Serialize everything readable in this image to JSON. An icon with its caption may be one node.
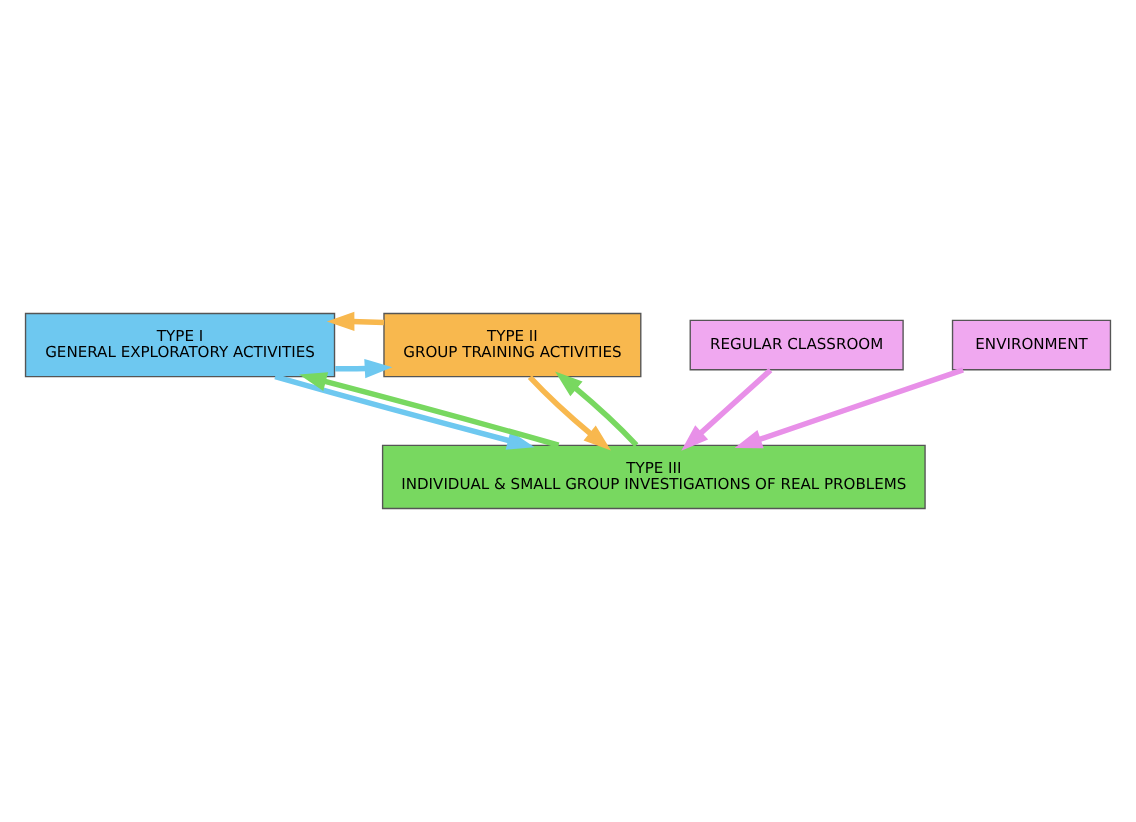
{
  "diagram": {
    "nodes": [
      {
        "text": [
          "TYPE I",
          "GENERAL EXPLORATORY ACTIVITIES"
        ]
      },
      {
        "text": [
          "TYPE II",
          "GROUP TRAINING ACTIVITIES"
        ]
      },
      {
        "text": [
          "TYPE III",
          "INDIVIDUAL & SMALL GROUP INVESTIGATIONS OF REAL PROBLEMS"
        ]
      },
      {
        "text": [
          "REGULAR CLASSROOM"
        ]
      },
      {
        "text": [
          "ENVIRONMENT"
        ]
      }
    ],
    "edges": [
      {
        "from": 0,
        "to": 1,
        "arrow": "to",
        "color": "#6ec8f0"
      },
      {
        "from": 1,
        "to": 0,
        "arrow": "to",
        "color": "#f8b84e"
      },
      {
        "from": 0,
        "to": 2,
        "arrow": "to",
        "color": "#6ec8f0"
      },
      {
        "from": 2,
        "to": 0,
        "arrow": "to",
        "color": "#78d860"
      },
      {
        "from": 2,
        "to": 1,
        "arrow": "to",
        "color": "#78d860"
      },
      {
        "from": 1,
        "to": 2,
        "arrow": "to",
        "color": "#f8b84e"
      },
      {
        "from": 3,
        "to": 2,
        "arrow": "to",
        "color": "#e890e8"
      },
      {
        "from": 4,
        "to": 2,
        "arrow": "to",
        "color": "#e890e8"
      }
    ]
  }
}
